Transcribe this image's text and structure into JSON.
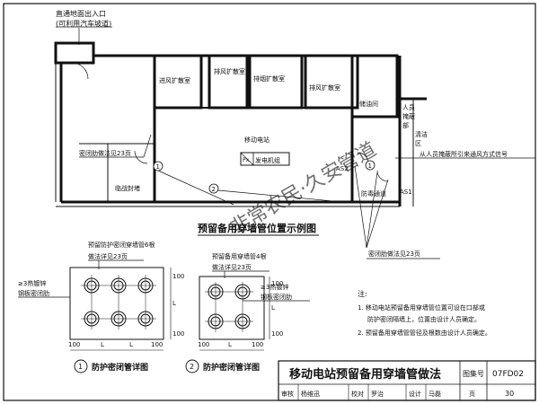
{
  "plan": {
    "entrance_label_1": "直通地面出入口",
    "entrance_label_2": "(可利用汽车坡道)",
    "rooms": {
      "intake_chamber": "进风扩散室",
      "exhaust_chamber": "排风扩散室",
      "smoke_chamber": "排烟扩散室",
      "exhaust_room": "排风扩散室",
      "oil_storage": "储油间",
      "mobile_station": "移动电站",
      "generator": "发电机组",
      "generator_prefix": "Px",
      "personnel_1": "人员",
      "personnel_2": "掩蔽",
      "personnel_3": "部",
      "shutoff_1": "清洁",
      "shutoff_2": "区",
      "temp_wall": "临战封堵",
      "corridor": "防毒通道"
    },
    "ref_left": "密闭肋做法见23页",
    "ref_right": "从人员掩蔽所引来通风方式信号",
    "marker_1": "1",
    "marker_2": "2",
    "as1": "AS1",
    "as2": "AS2",
    "ref_bottom": "密闭肋做法见23页",
    "caption": "预留备用穿墙管位置示例图"
  },
  "detail1": {
    "label_a": "预留防护密闭穿墙管6根",
    "label_b": "做法详见23页",
    "steel_1": "≥3热镀锌",
    "steel_2": "钢板密闭肋",
    "dim_100": "100",
    "dim_l": "L",
    "marker": "1",
    "title": "防护密闭管详图"
  },
  "detail2": {
    "label_a": "预留备用穿墙管4根",
    "label_b": "做法详见23页",
    "steel_1": "≥3热镀锌",
    "steel_2": "钢板密闭肋",
    "dim_100": "100",
    "dim_l": "L",
    "marker": "2",
    "title": "防护密闭管详图"
  },
  "notes": {
    "heading": "注:",
    "n1a": "1. 移动电站预留备用穿墙管位置可设在口部或",
    "n1b": "防护密闭隔墙上，位置由设计人员确定。",
    "n2": "2. 预留备用穿墙管管径及根数由设计人员确定。"
  },
  "titleblock": {
    "title": "移动电站预留备用穿墙管做法",
    "atlas_label": "图集号",
    "atlas_no": "07FD02",
    "review": "审核",
    "reviewer": "杨维迅",
    "check": "校对",
    "checker": "罗治",
    "design": "设计",
    "designer": "马磊",
    "page_label": "页",
    "page_no": "30"
  },
  "watermark": "非常农民·久安管道"
}
